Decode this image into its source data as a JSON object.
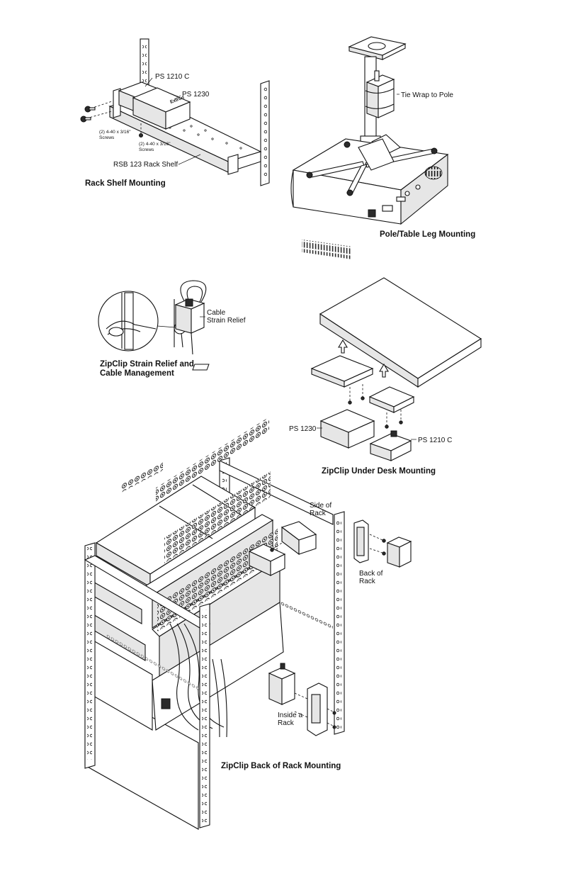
{
  "rack_shelf": {
    "label_ps1210c": "PS 1210 C",
    "label_ps1230": "PS 1230",
    "label_screws_a_line1": "(2) 4-40 x 3/16\"",
    "label_screws_a_line2": "Screws",
    "label_screws_b_line1": "(2) 4-40 x 3/16\"",
    "label_screws_b_line2": "Screws",
    "label_shelf": "RSB 123 Rack Shelf",
    "caption": "Rack Shelf Mounting",
    "device_brand": "Extron"
  },
  "pole_mount": {
    "label_tie_wrap": "Tie Wrap to Pole",
    "caption": "Pole/Table Leg Mounting"
  },
  "strain_relief": {
    "label_line1": "Cable",
    "label_line2": "Strain Relief",
    "caption_line1": "ZipClip Strain Relief and",
    "caption_line2": "Cable Management"
  },
  "under_desk": {
    "label_ps1230": "PS 1230",
    "label_ps1210c": "PS 1210 C",
    "caption": "ZipClip Under Desk Mounting"
  },
  "back_of_rack": {
    "label_side_line1": "Side of",
    "label_side_line2": "Rack",
    "label_back_line1": "Back of",
    "label_back_line2": "Rack",
    "label_inside_line1": "Inside a",
    "label_inside_line2": "Rack",
    "caption": "ZipClip Back of Rack Mounting"
  }
}
